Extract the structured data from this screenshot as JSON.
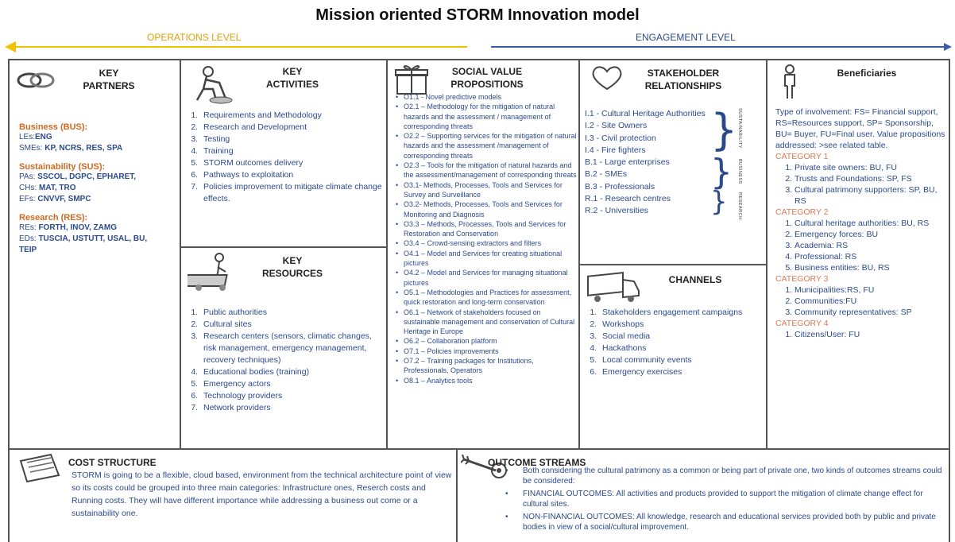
{
  "title": "Mission oriented  STORM Innovation model",
  "levels": {
    "operations": "OPERATIONS LEVEL",
    "engagement": "ENGAGEMENT LEVEL"
  },
  "key_partners": {
    "heading": "KEY\nPARTNERS",
    "business_title": "Business (BUS):",
    "les_prefix": "LEs:",
    "les": "ENG",
    "smes_prefix": "SMEs:",
    "smes": "KP, NCRS, RES, SPA",
    "sustainability_title": "Sustainability (SUS):",
    "pas_prefix": "PAs:",
    "pas": "SSCOL, DGPC,  EPHARET,",
    "chs_prefix": "CHs:",
    "chs": "MAT, TRO",
    "efs_prefix": "EFs:",
    "efs": "CNVVF, SMPC",
    "research_title": "Research (RES):",
    "res_prefix": "REs:",
    "res": "FORTH, INOV, ZAMG",
    "eds_prefix": "EDs:",
    "eds": "TUSCIA, USTUTT, USAL, BU,",
    "eds_cont": "TEIP"
  },
  "key_activities": {
    "heading": "KEY\nACTIVITIES",
    "items": [
      "Requirements and Methodology",
      "Research and Development",
      "Testing",
      "Training",
      "STORM outcomes delivery",
      "Pathways to exploitation",
      "Policies improvement to mitigate climate change effects."
    ]
  },
  "key_resources": {
    "heading": "KEY\nRESOURCES",
    "items": [
      "Public authorities",
      "Cultural sites",
      "Research centers (sensors, climatic changes, risk management, emergency management, recovery techniques)",
      "Educational bodies (training)",
      "Emergency actors",
      "Technology providers",
      "Network providers"
    ]
  },
  "social_value": {
    "heading": "SOCIAL VALUE\nPROPOSITIONS",
    "items": [
      "O1.1 - Novel predictive models",
      "O2.1 – Methodology  for the mitigation of natural hazards and the assessment / management of corresponding threats",
      "O2.2 – Supporting services for the mitigation of natural hazards and the assessment /management of corresponding threats",
      "O2.3 – Tools for the mitigation of natural hazards and the assessment/management of corresponding threats",
      "O3.1- Methods, Processes, Tools and Services for Survey and Surveillance",
      "O3.2-  Methods, Processes, Tools and Services for Monitoring and Diagnosis",
      "O3.3 – Methods, Processes, Tools and Services for Restoration and Conservation",
      "O3.4 – Crowd-sensing  extractors and filters",
      "O4.1 – Model and Services for creating situational pictures",
      "O4.2 – Model and Services for managing situational pictures",
      "O5.1 – Methodologies and Practices for assessment, quick restoration and long-term conservation",
      "O6.1 – Network  of stakeholders focused on sustainable management and conservation of Cultural Heritage in Europe",
      "O6.2 – Collaboration platform",
      "O7.1 – Policies improvements",
      "O7.2 – Training packages for Institutions, Professionals, Operators",
      "O8.1 – Analytics tools"
    ]
  },
  "stakeholder": {
    "heading": "STAKEHOLDER\nRELATIONSHIPS",
    "items": [
      "I.1 - Cultural Heritage Authorities",
      "I.2 - Site Owners",
      "I.3 - Civil protection",
      "I.4 - Fire fighters",
      "B.1 - Large enterprises",
      "B.2 - SMEs",
      "B.3 - Professionals",
      "R.1 - Research centres",
      "R.2 - Universities"
    ],
    "group_sustainability": "SUSTAINABILITY",
    "group_business": "BUSINESS",
    "group_research": "RESEARCH"
  },
  "channels": {
    "heading": "CHANNELS",
    "items": [
      "Stakeholders engagement campaigns",
      "Workshops",
      "Social media",
      "Hackathons",
      "Local community events",
      "Emergency exercises"
    ]
  },
  "beneficiaries": {
    "heading": "Beneficiaries",
    "intro": "Type of involvement: FS= Financial support, RS=Resources support, SP= Sponsorship, BU= Buyer, FU=Final user. Value propositions addressed: >see related table.",
    "categories": [
      {
        "name": "CATEGORY 1",
        "items": [
          "Private site owners: BU, FU",
          "Trusts and Foundations: SP, FS",
          "Cultural patrimony supporters: SP, BU, RS"
        ]
      },
      {
        "name": "CATEGORY 2",
        "items": [
          "Cultural heritage authorities: BU, RS",
          "Emergency forces: BU",
          "Academia: RS",
          "Professional: RS",
          "Business entities: BU, RS"
        ]
      },
      {
        "name": "CATEGORY 3",
        "items": [
          "Municipalities:RS, FU",
          "Communities:FU",
          "Community representatives: SP"
        ]
      },
      {
        "name": "CATEGORY 4",
        "items": [
          "Citizens/User: FU"
        ]
      }
    ]
  },
  "cost_structure": {
    "heading": "COST STRUCTURE",
    "text": "STORM is going to be a flexible, cloud based, environment from the technical architecture point of view so its costs could be grouped into three main categories: Infrastructure ones, Reserch costs and Running costs. They will have different importance while addressing a business out come or a sustainability one."
  },
  "outcome_streams": {
    "heading": "OUTCOME STREAMS",
    "items": [
      "Both considering the cultural patrimony as a common or being part of private one, two kinds of outcomes streams could be considered:",
      "FINANCIAL OUTCOMES:  All activities and products provided to support the mitigation of climate change effect for cultural sites.",
      "NON-FINANCIAL OUTCOMES:  All knowledge, research and educational services provided both by public and private bodies in view of a social/cultural improvement."
    ]
  },
  "colors": {
    "operations_arrow": "#f2c200",
    "engagement_arrow": "#3b5ea8",
    "text_blue": "#2b4a8c",
    "section_orange": "#d06a20",
    "category_salmon": "#e07a55"
  }
}
